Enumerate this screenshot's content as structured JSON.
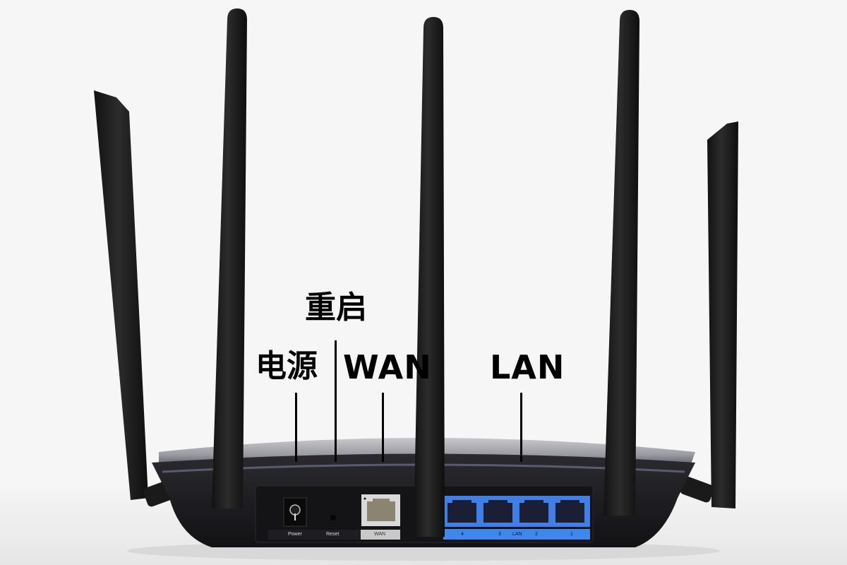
{
  "labels": {
    "reset": "重启",
    "power": "电源",
    "wan": "WAN",
    "lan": "LAN"
  },
  "router_panel": {
    "power_port_label": "Power",
    "reset_button_label": "Reset",
    "wan_port_label": "WAN",
    "lan_group_label": "LAN",
    "lan_port_numbers": [
      "4",
      "3",
      "2",
      "1"
    ]
  },
  "colors": {
    "background": "#f6f6f6",
    "router_body": "#1c1c20",
    "lan_panel": "#3f7fe6",
    "wan_panel": "#c9c9c9",
    "label_text": "#000000"
  }
}
